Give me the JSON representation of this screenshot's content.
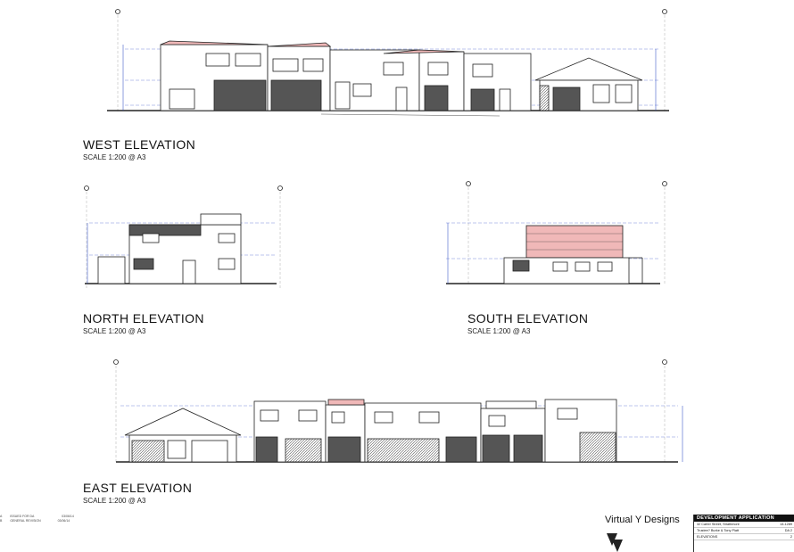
{
  "colors": {
    "line": "#222222",
    "blue": "#1f3fbf",
    "roof_pink": "#f0b8b8",
    "garage": "#555555",
    "grid": "#d8d8d8"
  },
  "west": {
    "title": "WEST ELEVATION",
    "scale": "SCALE 1:200 @ A3"
  },
  "north": {
    "title": "NORTH ELEVATION",
    "scale": "SCALE 1:200 @ A3"
  },
  "south": {
    "title": "SOUTH ELEVATION",
    "scale": "SCALE 1:200 @ A3"
  },
  "east": {
    "title": "EAST ELEVATION",
    "scale": "SCALE 1:200 @ A3"
  },
  "brand": "Virtual Y Designs",
  "titleblock": {
    "header": "DEVELOPMENT APPLICATION",
    "row1_label": "32 Carter Street, Strathmore",
    "row1_value": "13-1289",
    "row2_label": "Trustee? Burke & Tony Platt",
    "row2_value": "DA 2",
    "row3_label": "ELEVATIONS",
    "row3_value": "2"
  },
  "revisions": [
    {
      "rev": "A",
      "desc": "ISSUED FOR DA",
      "date": "03/06/14"
    },
    {
      "rev": "B",
      "desc": "GENERAL REVISION",
      "date": "03/06/14"
    }
  ]
}
